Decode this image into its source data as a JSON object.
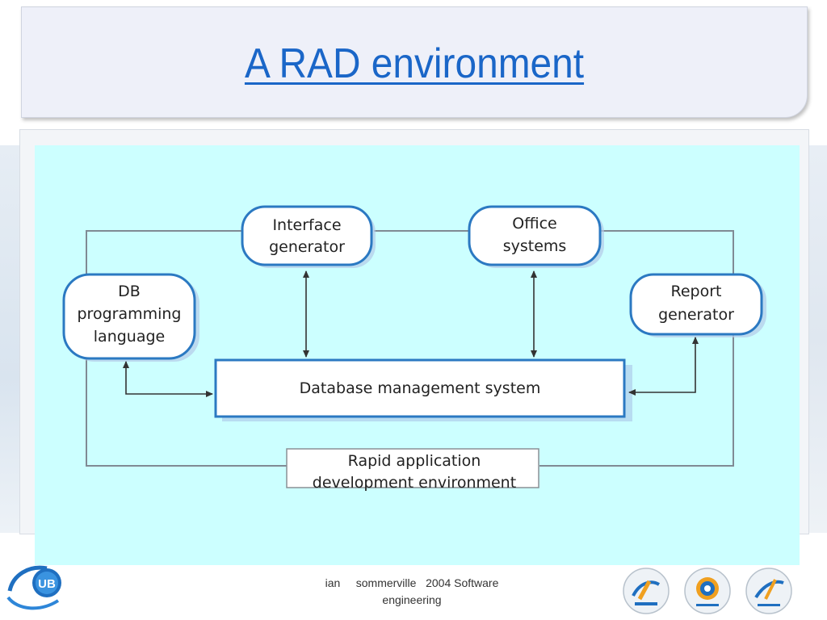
{
  "slide": {
    "title": "A RAD environment"
  },
  "diagram": {
    "nodes": {
      "interface_generator": [
        "Interface",
        "generator"
      ],
      "office_systems": [
        "Office",
        "systems"
      ],
      "db_programming_language": [
        "DB",
        "programming",
        "language"
      ],
      "report_generator": [
        "Report",
        "generator"
      ],
      "dbms": "Database management system",
      "rad_env": [
        "Rapid application",
        "development environment"
      ]
    }
  },
  "footer": {
    "author": "ian     sommerville   2004 Software",
    "author_line2": "engineering"
  },
  "logos": {
    "ub": "UB"
  }
}
